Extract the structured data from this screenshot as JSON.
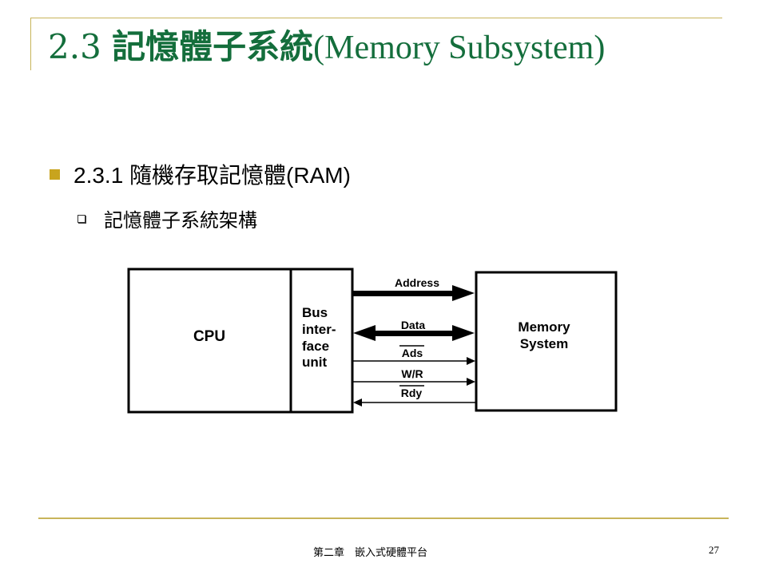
{
  "slide": {
    "title_num": "2.3 ",
    "title_cjk": "記憶體子系統",
    "title_en": "(Memory Subsystem)",
    "bullet1": "2.3.1 隨機存取記憶體(RAM)",
    "bullet2": "記憶體子系統架構"
  },
  "diagram": {
    "cpu_label": "CPU",
    "bus_lines": [
      "Bus",
      "inter-",
      "face",
      "unit"
    ],
    "memory_lines": [
      "Memory",
      "System"
    ],
    "signals": [
      "Address",
      "Data",
      "Ads",
      "W/R",
      "Rdy"
    ]
  },
  "footer": {
    "chapter": "第二章　嵌入式硬體平台",
    "page": "27"
  },
  "colors": {
    "title": "#146e3c",
    "accent": "#c8b45a",
    "bullet": "#c8a41e"
  }
}
